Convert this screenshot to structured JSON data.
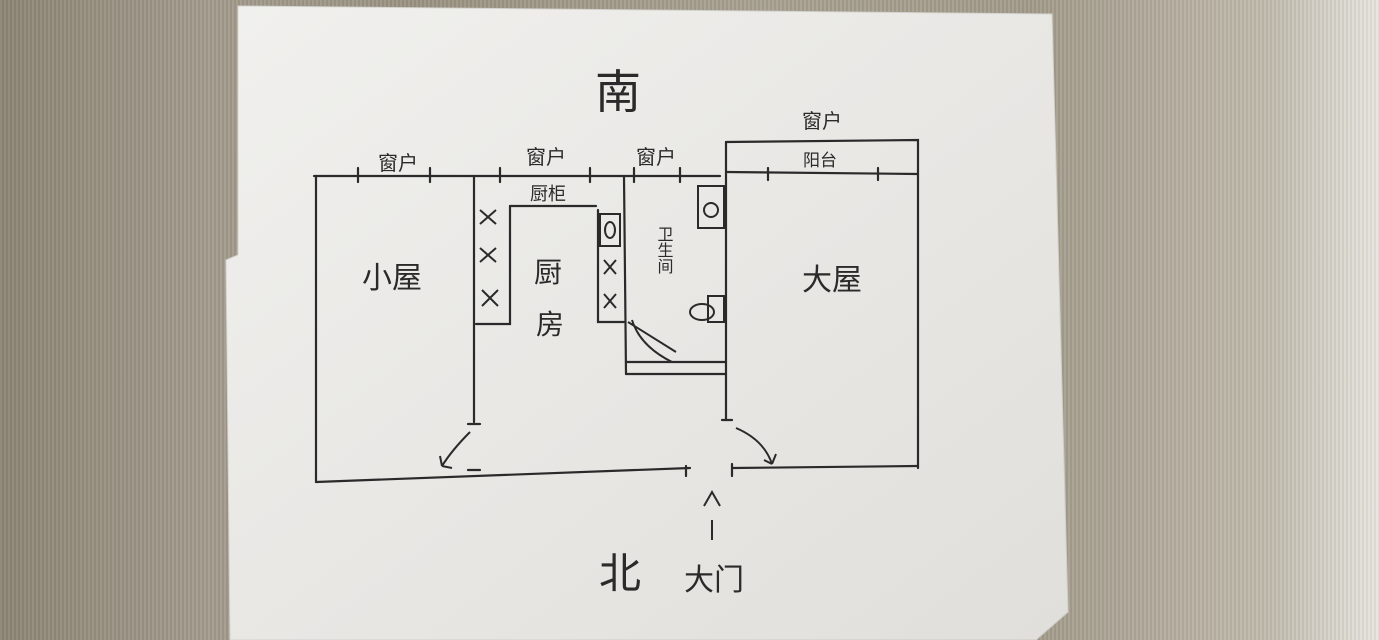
{
  "diagram": {
    "direction_south": "南",
    "direction_north": "北",
    "window_small_room": "窗户",
    "window_kitchen": "窗户",
    "window_bathroom": "窗户",
    "window_balcony": "窗户",
    "balcony": "阳台",
    "cabinet": "厨柜",
    "small_room": "小屋",
    "kitchen_line1": "厨",
    "kitchen_line2": "房",
    "bathroom": "卫生间",
    "big_room": "大屋",
    "main_door_line1": "大",
    "main_door_line2": "门"
  }
}
